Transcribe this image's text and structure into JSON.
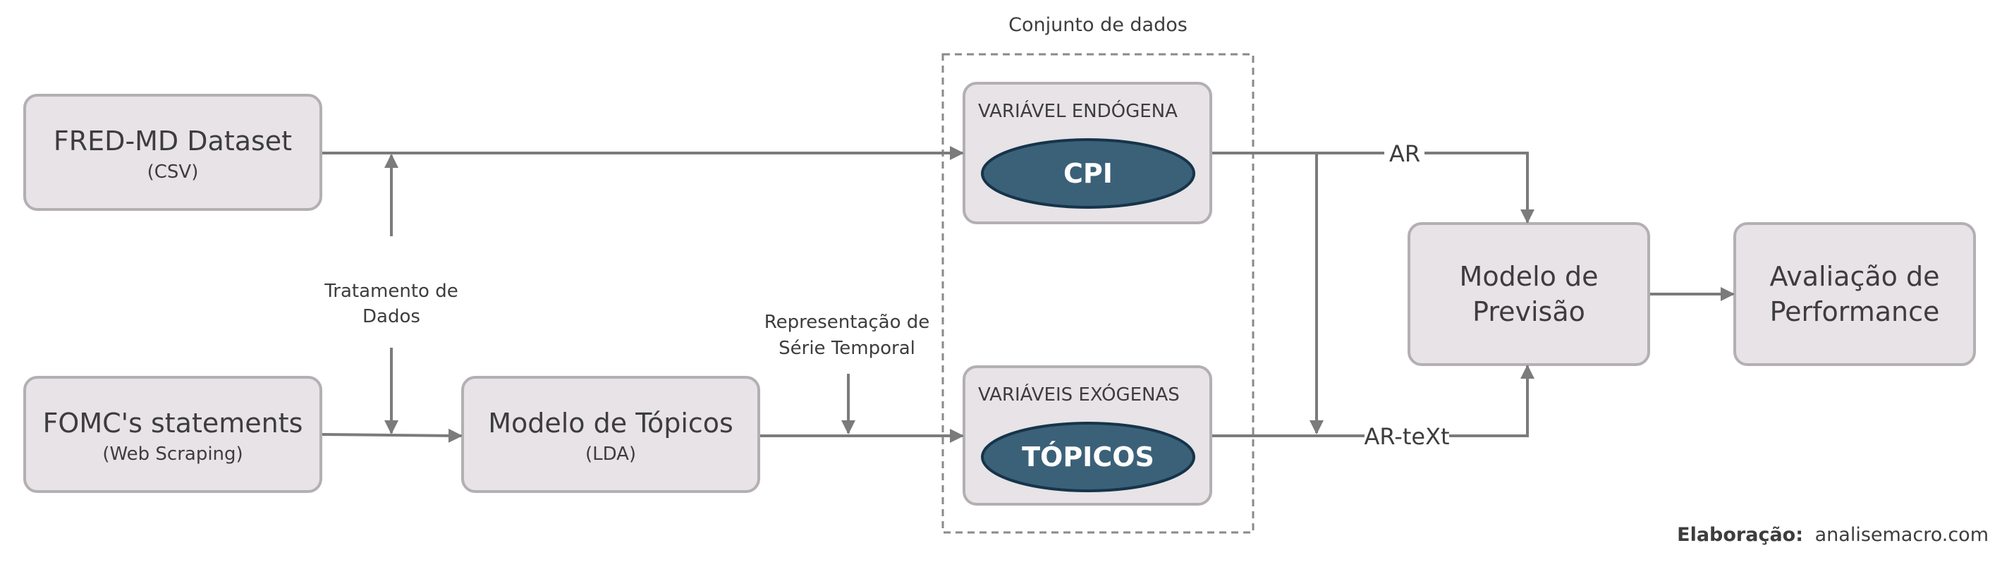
{
  "title": "Conjunto de dados",
  "nodes": {
    "fred": {
      "label": "FRED-MD Dataset",
      "sublabel": "(CSV)"
    },
    "fomc": {
      "label": "FOMC's statements",
      "sublabel": "(Web Scraping)"
    },
    "topicos_model": {
      "label": "Modelo de Tópicos",
      "sublabel": "(LDA)"
    },
    "endogena": {
      "header": "VARIÁVEL ENDÓGENA",
      "ellipse": "CPI"
    },
    "exogenas": {
      "header": "VARIÁVEIS EXÓGENAS",
      "ellipse": "TÓPICOS"
    },
    "previsao": {
      "line1": "Modelo de",
      "line2": "Previsão"
    },
    "avaliacao": {
      "line1": "Avaliação de",
      "line2": "Performance"
    }
  },
  "edge_labels": {
    "tratamento": {
      "line1": "Tratamento de",
      "line2": "Dados"
    },
    "representacao": {
      "line1": "Representação de",
      "line2": "Série Temporal"
    },
    "ar": "AR",
    "ar_text": "AR-teXt"
  },
  "footer": {
    "prefix": "Elaboração:",
    "site": "analisemacro.com"
  },
  "colors": {
    "box_fill": "#e7e3e6",
    "box_border": "#b3afb2",
    "ellipse_fill": "#3b6179",
    "ellipse_border": "#16344a",
    "edge": "#7b7b7b",
    "text": "#3d3d3d"
  }
}
